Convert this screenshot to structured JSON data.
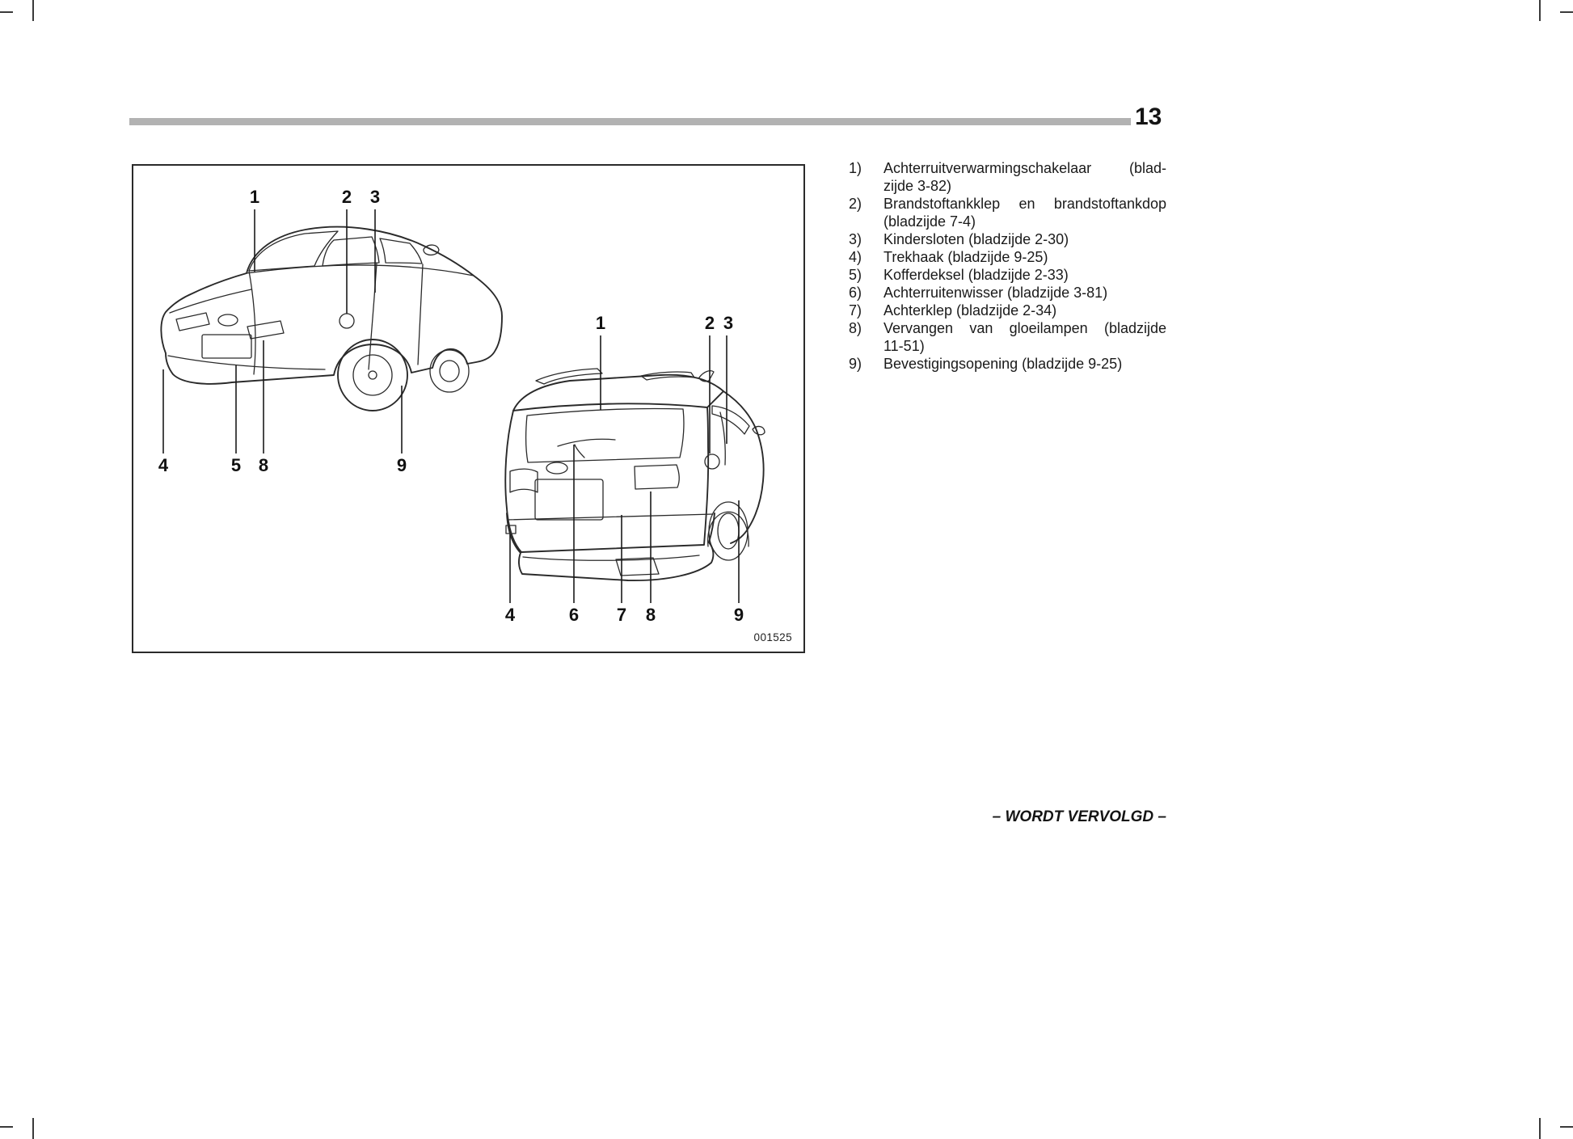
{
  "page": {
    "number": "13",
    "footer_note": "– WORDT VERVOLGD –"
  },
  "figure": {
    "code": "001525",
    "sedan_callouts": [
      "1",
      "2",
      "3",
      "4",
      "5",
      "8",
      "9"
    ],
    "wagon_callouts": [
      "1",
      "2",
      "3",
      "4",
      "6",
      "7",
      "8",
      "9"
    ]
  },
  "legend": {
    "items": [
      {
        "num": "1)",
        "lines": [
          "Achterruitverwarmingschakelaar (blad-",
          "zijde 3-82)"
        ]
      },
      {
        "num": "2)",
        "lines": [
          "Brandstoftankklep en brandstoftankdop",
          "(bladzijde 7-4)"
        ]
      },
      {
        "num": "3)",
        "lines": [
          "Kindersloten (bladzijde 2-30)"
        ]
      },
      {
        "num": "4)",
        "lines": [
          "Trekhaak (bladzijde 9-25)"
        ]
      },
      {
        "num": "5)",
        "lines": [
          "Kofferdeksel (bladzijde 2-33)"
        ]
      },
      {
        "num": "6)",
        "lines": [
          "Achterruitenwisser (bladzijde 3-81)"
        ]
      },
      {
        "num": "7)",
        "lines": [
          "Achterklep (bladzijde 2-34)"
        ]
      },
      {
        "num": "8)",
        "lines": [
          "Vervangen van gloeilampen (bladzijde",
          "11-51)"
        ]
      },
      {
        "num": "9)",
        "lines": [
          "Bevestigingsopening (bladzijde 9-25)"
        ]
      }
    ]
  },
  "colors": {
    "header_bar": "#b2b2b2",
    "ink": "#1a1a1a"
  }
}
